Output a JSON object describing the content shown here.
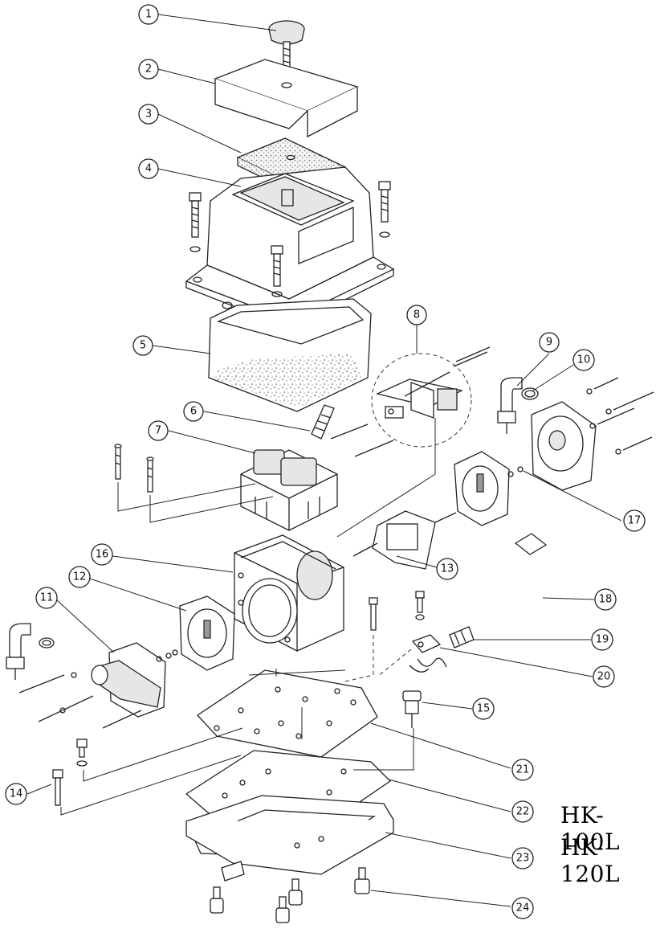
{
  "models": [
    "HK-100L",
    "HK-120L"
  ],
  "callouts": [
    "1",
    "2",
    "3",
    "4",
    "5",
    "6",
    "7",
    "8",
    "9",
    "10",
    "11",
    "12",
    "13",
    "14",
    "15",
    "16",
    "17",
    "18",
    "19",
    "20",
    "21",
    "22",
    "23",
    "24"
  ]
}
